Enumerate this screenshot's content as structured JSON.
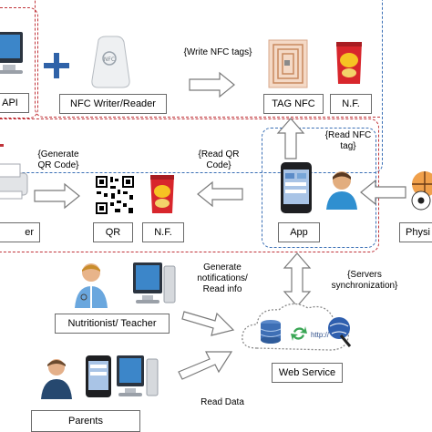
{
  "labels": {
    "api": "API",
    "nfc_writer_reader": "NFC Writer/Reader",
    "tag_nfc": "TAG NFC",
    "nf_top": "N.F.",
    "printer": "er",
    "qr": "QR",
    "nf_mid": "N.F.",
    "app": "App",
    "physical": "Physi",
    "nutritionist_teacher": "Nutritionist/ Teacher",
    "web_service": "Web Service",
    "parents": "Parents"
  },
  "notes": {
    "write_nfc_tags": "{Write NFC tags}",
    "generate_qr": "{Generate\nQR Code}",
    "read_qr": "{Read QR\nCode}",
    "read_nfc": "{Read NFC\ntag}",
    "generate_notifications": "Generate\nnotifications/\nRead info",
    "servers_sync": "{Servers\nsynchronization}",
    "read_data": "Read Data"
  },
  "icons": [
    "computer-icon",
    "plus-icon",
    "nfc-reader-icon",
    "nfc-tag-icon",
    "chips-bag-icon",
    "printer-icon",
    "qr-code-icon",
    "smartphone-icon",
    "user-icon",
    "sports-balls-icon",
    "doctor-icon",
    "cloud-icon",
    "database-icon",
    "sync-icon",
    "globe-icon",
    "parent-icon"
  ],
  "colors": {
    "red_dash": "#c0343a",
    "blue_dash": "#3a6fb5",
    "arrow_fill": "#ffffff",
    "arrow_stroke": "#7a7a7a"
  }
}
